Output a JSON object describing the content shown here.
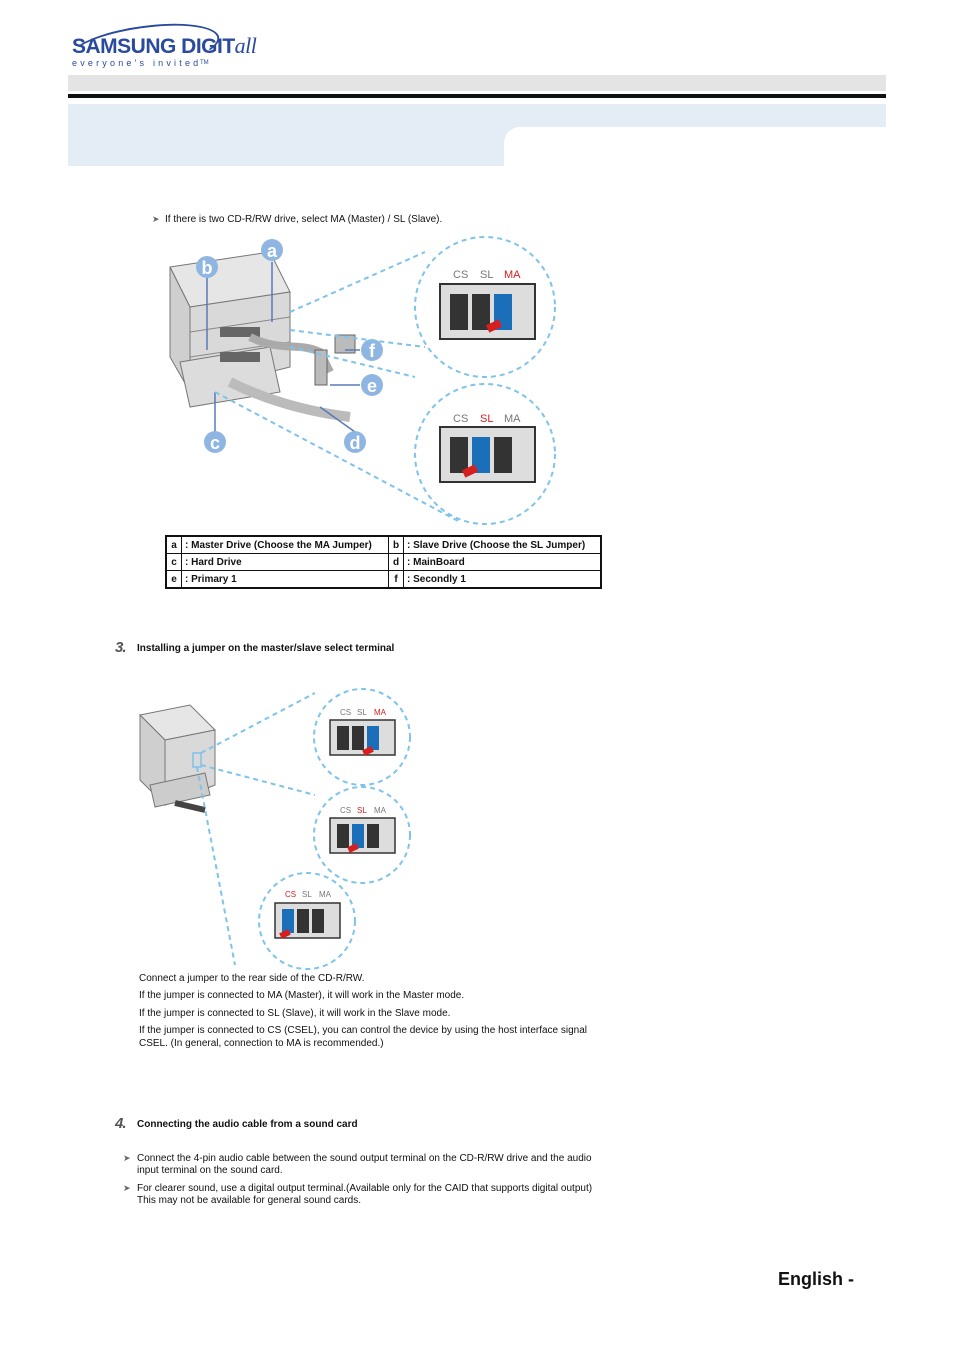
{
  "header": {
    "brand_main": "SAMSUNG DIGIT",
    "brand_script": "all",
    "tagline": "everyone's invited",
    "tm": "TM"
  },
  "section_intro": {
    "note": "If there is two CD-R/RW drive, select MA (Master) / SL (Slave)."
  },
  "diagram1": {
    "callouts": [
      "a",
      "b",
      "c",
      "d",
      "e",
      "f"
    ],
    "zoom_top": {
      "labels": [
        "CS",
        "SL",
        "MA"
      ],
      "selected": "MA"
    },
    "zoom_bottom": {
      "labels": [
        "CS",
        "SL",
        "MA"
      ],
      "selected": "SL"
    }
  },
  "legend": {
    "rows": [
      [
        {
          "key": "a",
          "text": ": Master Drive (Choose the MA Jumper)"
        },
        {
          "key": "b",
          "text": ": Slave Drive (Choose the SL Jumper)"
        }
      ],
      [
        {
          "key": "c",
          "text": ": Hard Drive"
        },
        {
          "key": "d",
          "text": ": MainBoard"
        }
      ],
      [
        {
          "key": "e",
          "text": ": Primary 1"
        },
        {
          "key": "f",
          "text": ": Secondly 1"
        }
      ]
    ]
  },
  "step3": {
    "number": "3.",
    "title": "Installing a jumper on the master/slave select terminal",
    "zoom_1": {
      "labels": [
        "CS",
        "SL",
        "MA"
      ],
      "selected": "MA"
    },
    "zoom_2": {
      "labels": [
        "CS",
        "SL",
        "MA"
      ],
      "selected": "SL"
    },
    "zoom_3": {
      "labels": [
        "CS",
        "SL",
        "MA"
      ],
      "selected": "CS"
    },
    "lines": [
      "Connect a jumper to the rear side of the CD-R/RW.",
      "If the jumper is connected to MA (Master), it will work in the Master mode.",
      "If the jumper is connected to SL (Slave), it will work in the Slave mode.",
      "If the jumper is connected to CS (CSEL), you can control the device by using the host interface signal",
      "CSEL. (In general, connection to MA is recommended.)"
    ]
  },
  "step4": {
    "number": "4.",
    "title": "Connecting the audio cable from a sound card",
    "bullets": [
      {
        "line1": "Connect the 4-pin audio cable between the sound output terminal on the CD-R/RW drive and the audio",
        "line2": "input terminal on the sound card."
      },
      {
        "line1": "For clearer sound, use a digital output terminal.(Available only for the CAID that supports digital output)",
        "line2": "This may not be available for general sound cards."
      }
    ]
  },
  "footer": {
    "label": "English -"
  },
  "colors": {
    "brand": "#2a4a9e",
    "accent_red": "#d62020",
    "dash_blue": "#7fc3ea",
    "callout_blue": "#7aaee0",
    "band": "#e4ecf6"
  }
}
